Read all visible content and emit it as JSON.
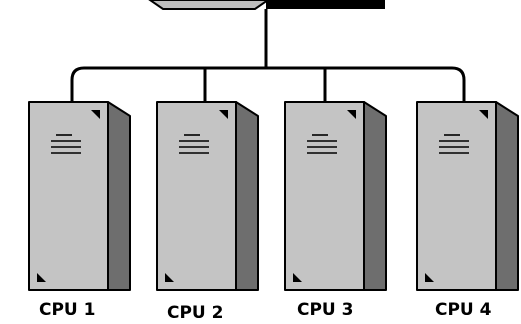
{
  "diagram": {
    "cpus": [
      {
        "label": "CPU 1"
      },
      {
        "label": "CPU 2"
      },
      {
        "label": "CPU 3"
      },
      {
        "label": "CPU 4"
      }
    ],
    "colors": {
      "tower_front": "#c4c4c4",
      "tower_side": "#6e6e6e",
      "tower_top": "#e2e2e2",
      "outline": "#000000",
      "connector": "#000000",
      "device_top": "#bdbdbd",
      "device_dark": "#000000"
    }
  }
}
